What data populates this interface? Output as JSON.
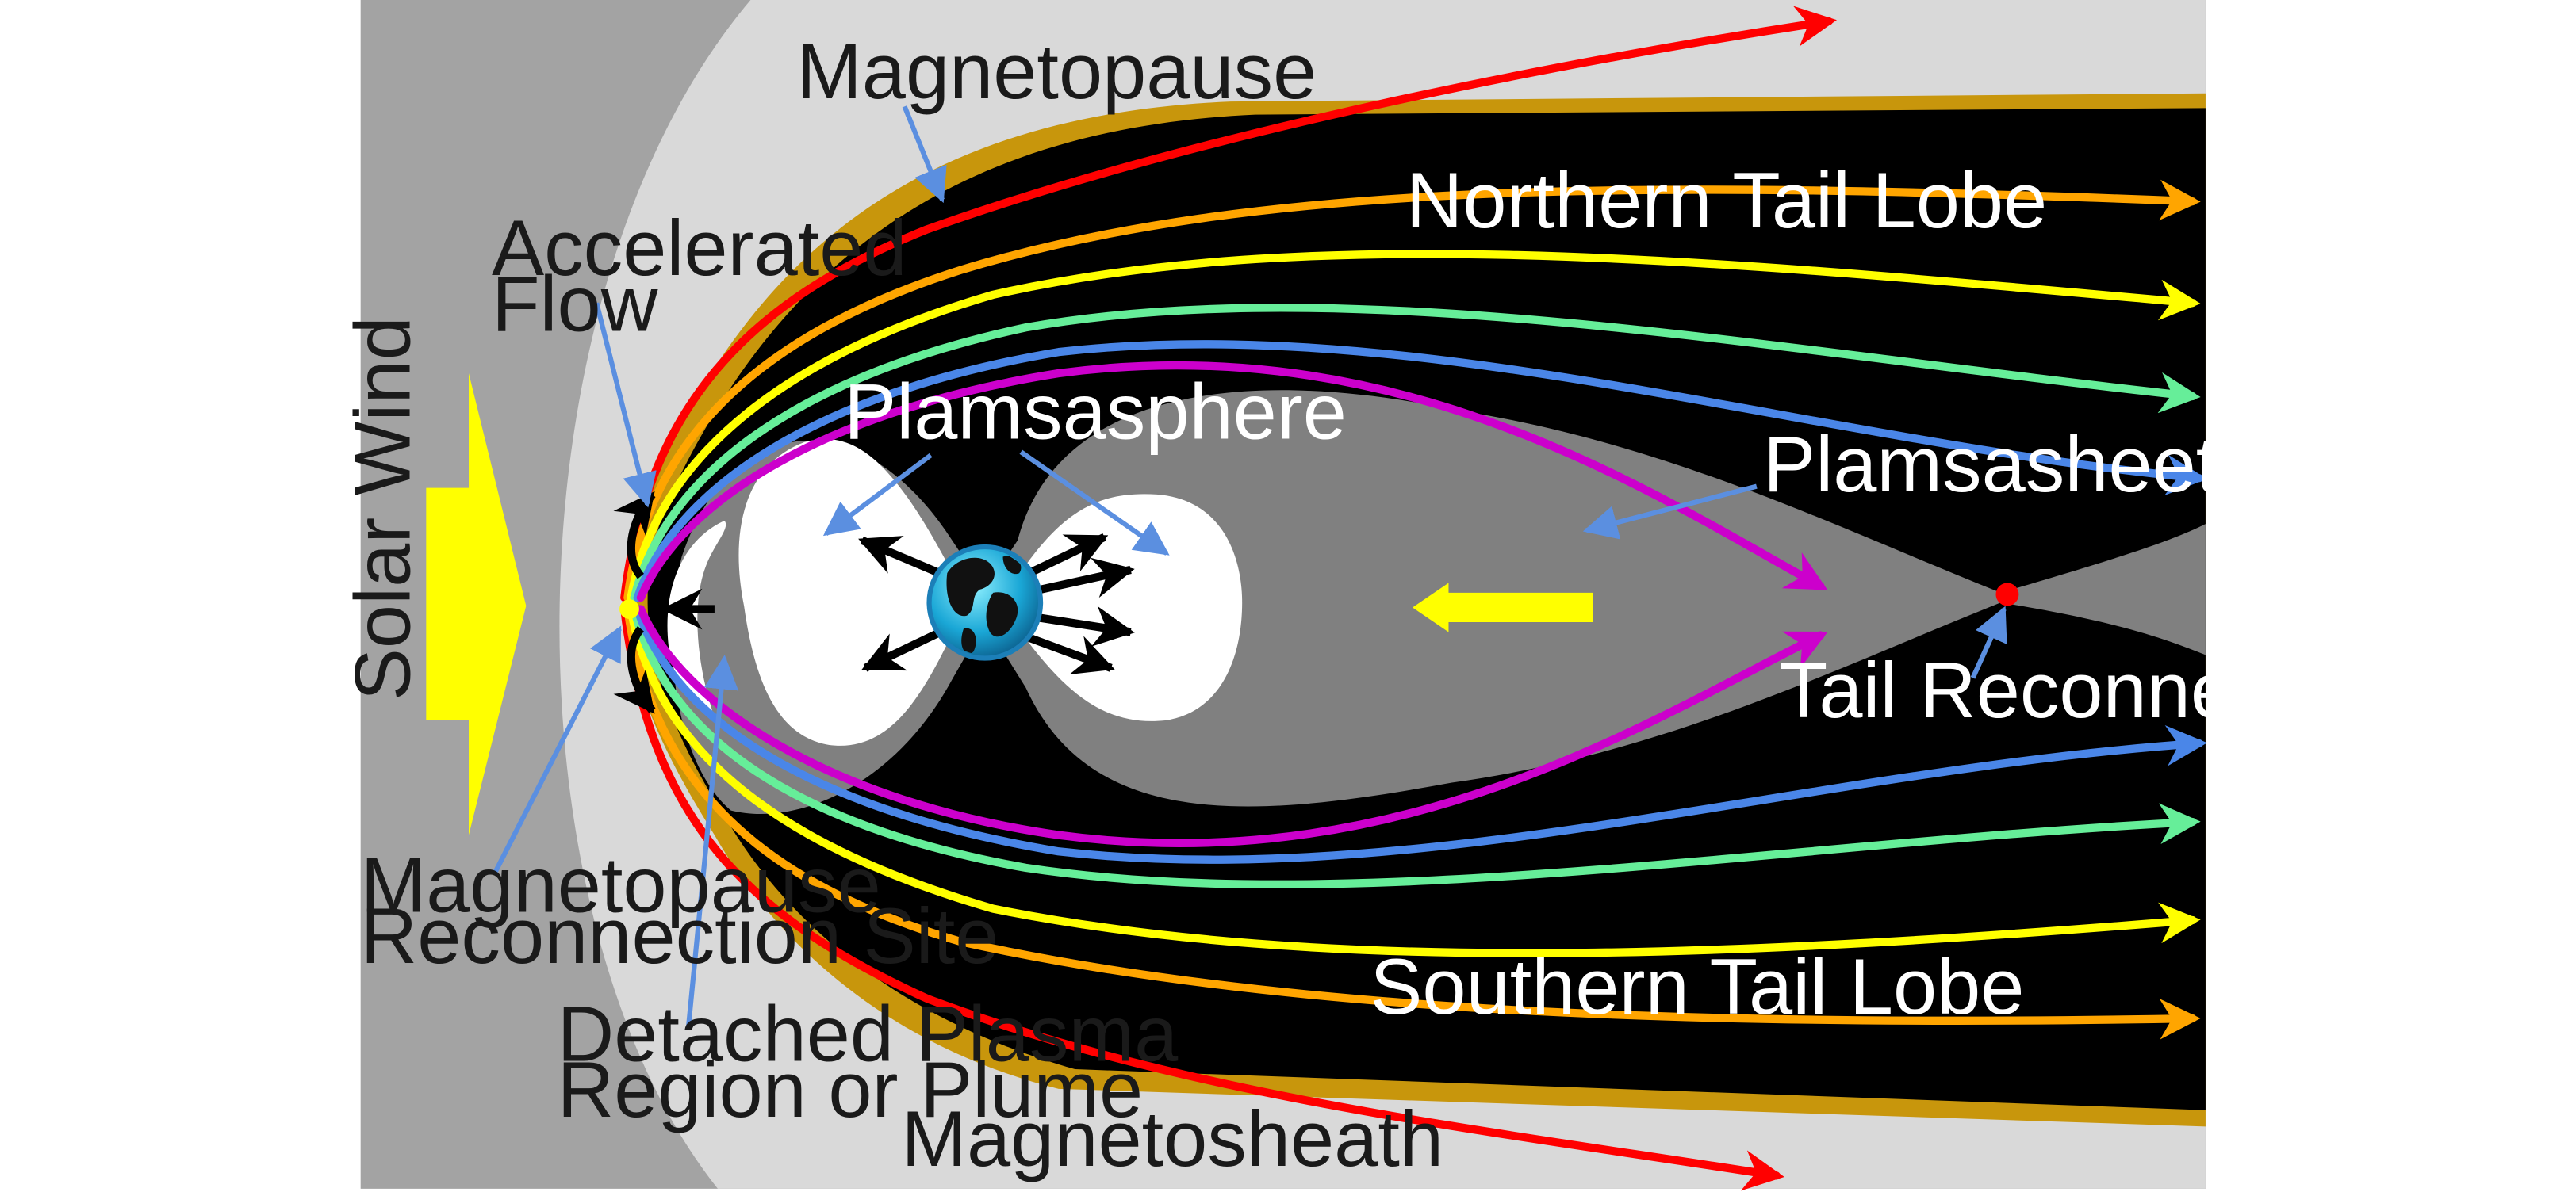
{
  "labels": {
    "magnetopause": "Magnetopause",
    "accelerated_flow_1": "Accelerated",
    "accelerated_flow_2": "Flow",
    "northern_tail_lobe": "Northern Tail Lobe",
    "plasmasphere": "Plamsasphere",
    "plasmasheet": "Plamsasheet",
    "solar_wind": "Solar Wind",
    "tail_reconnection_site": "Tail Reconnection Site",
    "magnetopause_reconnection_1": "Magnetopause",
    "magnetopause_reconnection_2": "Reconnection Site",
    "detached_plasma_1": "Detached Plasma",
    "detached_plasma_2": "Region or Plume",
    "southern_tail_lobe": "Southern Tail Lobe",
    "magnetosheath": "Magnetosheath"
  },
  "colors": {
    "solar_wind_region": "#a3a3a3",
    "magnetosheath_region": "#d9d9d9",
    "magnetopause_boundary": "#c8960c",
    "tail_lobes": "#000000",
    "plasmasheet_region": "#808080",
    "plasmasphere_region": "#ffffff",
    "pointer_arrows": "#5b8fe0",
    "solar_wind_arrow": "#ffff00",
    "earthward_flow_arrow": "#ffff00",
    "reconnection_site_marker": "#ff0000",
    "magnetopause_reconnection_marker": "#ffff00",
    "field_line_colors": [
      "#ff0000",
      "#ffa500",
      "#ffff00",
      "#66ee99",
      "#4a86e8",
      "#cc00cc"
    ]
  }
}
